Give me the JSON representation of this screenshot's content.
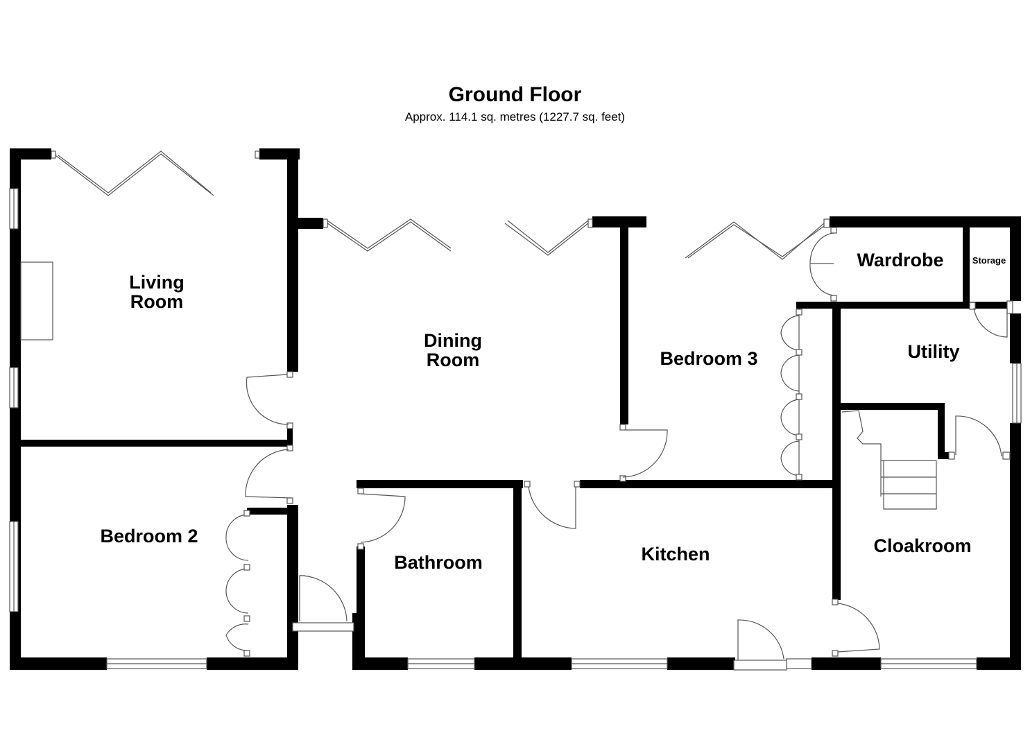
{
  "floor": {
    "title": "Ground Floor",
    "subtitle": "Approx. 114.1 sq. metres (1227.7 sq. feet)"
  },
  "rooms": {
    "living_line1": "Living",
    "living_line2": "Room",
    "dining_line1": "Dining",
    "dining_line2": "Room",
    "bedroom3": "Bedroom 3",
    "wardrobe": "Wardrobe",
    "storage": "Storage",
    "utility": "Utility",
    "bedroom2": "Bedroom 2",
    "bathroom": "Bathroom",
    "kitchen": "Kitchen",
    "cloakroom": "Cloakroom"
  },
  "colors": {
    "wall": "#000000",
    "line": "#555555",
    "background": "#ffffff"
  }
}
